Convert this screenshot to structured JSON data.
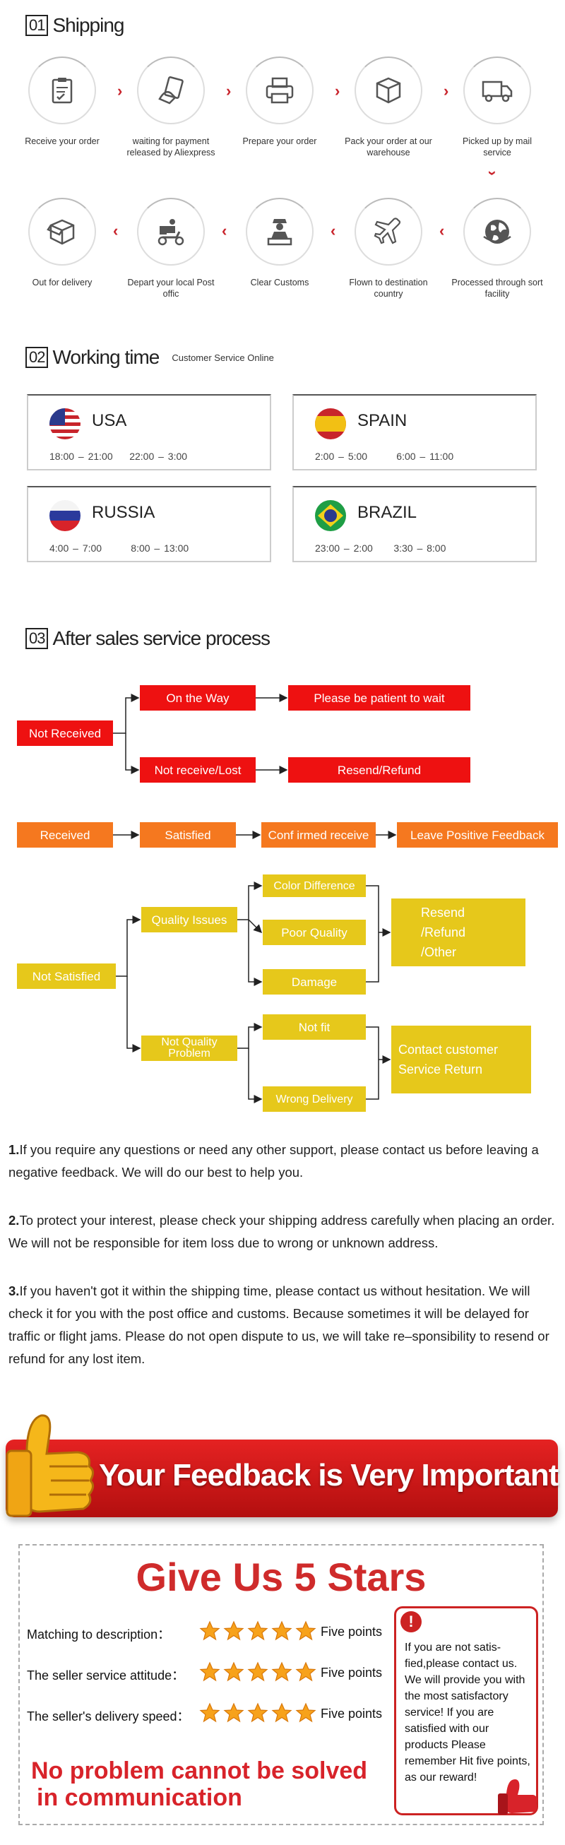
{
  "shipping": {
    "num": "01",
    "title": "Shipping",
    "steps_row1": [
      {
        "icon": "clipboard-icon",
        "label": "Receive your order"
      },
      {
        "icon": "payment-hand-icon",
        "label": "waiting for payment released by Aliexpress"
      },
      {
        "icon": "printer-icon",
        "label": "Prepare your order"
      },
      {
        "icon": "package-icon",
        "label": "Pack your order at our warehouse"
      },
      {
        "icon": "truck-icon",
        "label": "Picked up by mail service"
      }
    ],
    "steps_row2": [
      {
        "icon": "open-box-icon",
        "label": "Out for delivery"
      },
      {
        "icon": "courier-icon",
        "label": "Depart your local Post offic"
      },
      {
        "icon": "customs-officer-icon",
        "label": "Clear Customs"
      },
      {
        "icon": "airplane-icon",
        "label": "Flown to destination country"
      },
      {
        "icon": "globe-icon",
        "label": "Processed through sort facility"
      }
    ]
  },
  "working_time": {
    "num": "02",
    "title": "Working time",
    "subtitle": "Customer Service Online",
    "zones": [
      {
        "country": "USA",
        "flag": "usa-flag-icon",
        "t1": "18:00 – 21:00",
        "t2": "22:00 – 3:00"
      },
      {
        "country": "SPAIN",
        "flag": "spain-flag-icon",
        "t1": "2:00 – 5:00",
        "t2": "6:00 – 11:00"
      },
      {
        "country": "RUSSIA",
        "flag": "russia-flag-icon",
        "t1": "4:00 – 7:00",
        "t2": "8:00 – 13:00"
      },
      {
        "country": "BRAZIL",
        "flag": "brazil-flag-icon",
        "t1": "23:00 – 2:00",
        "t2": "3:30 – 8:00"
      }
    ]
  },
  "after_sales": {
    "num": "03",
    "title": "After sales service process",
    "not_received": "Not Received",
    "on_the_way": "On the Way",
    "be_patient": "Please be patient to wait",
    "lost": "Not receive/Lost",
    "resend_refund": "Resend/Refund",
    "received": "Received",
    "satisfied": "Satisfied",
    "confirmed": "Conf irmed receive",
    "leave_feedback": "Leave Positive Feedback",
    "not_satisfied": "Not Satisfied",
    "quality_issues": "Quality Issues",
    "color_difference": "Color Difference",
    "poor_quality": "Poor Quality",
    "damage": "Damage",
    "resend_other": "Resend\n/Refund\n/Other",
    "not_quality": "Not Quality Problem",
    "not_fit": "Not fit",
    "wrong_delivery": "Wrong Delivery",
    "contact_return": "Contact customer Service Return"
  },
  "notes": [
    {
      "num": "1.",
      "text": "If you require any questions or need any other support, please contact us before leaving a negative feedback. We will do our best to help you."
    },
    {
      "num": "2.",
      "text": "To protect your interest, please check your shipping address carefully when placing an order. We will not be responsible for item loss due to wrong or unknown address."
    },
    {
      "num": "3.",
      "text": "If you haven't got it within the shipping time, please contact us without hesitation. We will check it for you with the post office and customs. Because sometimes it will be delayed for traffic or flight jams. Please do not open dispute to us, we will take re–sponsibility to resend or refund for any lost item."
    }
  ],
  "banner": {
    "text": "Your Feedback is Very Important"
  },
  "rating": {
    "title": "Give Us 5 Stars",
    "rows": [
      {
        "label": "Matching to description：",
        "stars": 5,
        "points": "Five points"
      },
      {
        "label": "The seller service attitude：",
        "stars": 5,
        "points": "Five points"
      },
      {
        "label": "The seller's delivery speed：",
        "stars": 5,
        "points": "Five points"
      }
    ],
    "slogan_1": "No problem cannot be solved",
    "slogan_2": "in communication",
    "note": "If you are not satis-fied,please contact us. We will provide you with the most satisfactory service! If you are satisfied with our products Please remember Hit five points, as our reward!",
    "alert_mark": "!"
  },
  "colors": {
    "accent_red": "#ee1111",
    "orange": "#f5781f",
    "yellow": "#e6c81b",
    "title_red": "#cf2b2b"
  }
}
